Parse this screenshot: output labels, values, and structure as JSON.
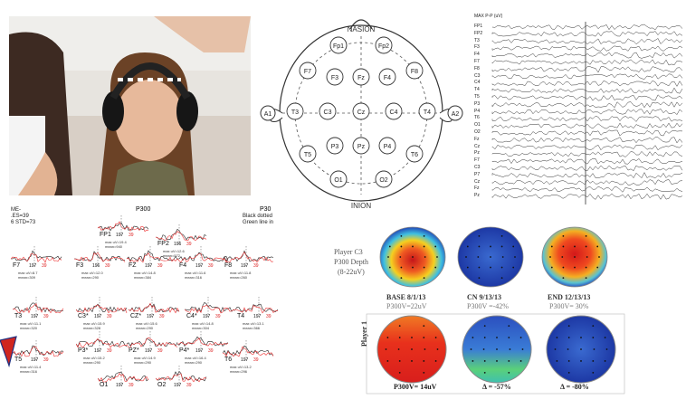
{
  "montage": {
    "nasion": "NASION",
    "inion": "INION",
    "ear_left": "A1",
    "ear_right": "A2",
    "electrodes": [
      "Fp1",
      "Fp2",
      "F7",
      "F3",
      "Fz",
      "F4",
      "F8",
      "T3",
      "C3",
      "Cz",
      "C4",
      "T4",
      "T5",
      "P3",
      "Pz",
      "P4",
      "T6",
      "O1",
      "O2"
    ]
  },
  "eeg_trace": {
    "header": "MAX P-P (uV)",
    "channels": [
      "FP1",
      "FP2",
      "T3",
      "F3",
      "F4",
      "F7",
      "F8",
      "C3",
      "C4",
      "T4",
      "T5",
      "P3",
      "P4",
      "T6",
      "O1",
      "O2",
      "Fz",
      "Cz",
      "Pz",
      "F7",
      "C3",
      "P7",
      "Cz",
      "Fz",
      "Pz"
    ]
  },
  "erp": {
    "title": "P300",
    "title_right": "P30",
    "left_info": [
      "ME-",
      ".ES=39",
      "6 STD=73"
    ],
    "right_info": [
      "Black dotted",
      "Green line in"
    ],
    "sites": [
      {
        "name": "FP1",
        "lat": "197",
        "amp": "39",
        "max": "max uV=19.4",
        "mean": "mean=940"
      },
      {
        "name": "FP2",
        "lat": "196",
        "amp": "39",
        "max": "max uV=12.6",
        "mean": "mean=572"
      },
      {
        "name": "F7",
        "lat": "197",
        "amp": "39",
        "max": "max uV=8.7",
        "mean": "mean=309"
      },
      {
        "name": "F3",
        "lat": "196",
        "amp": "39",
        "max": "max uV=12.0",
        "mean": "mean=290"
      },
      {
        "name": "FZ",
        "lat": "197",
        "amp": "39",
        "max": "max uV=14.8",
        "mean": "mean=384"
      },
      {
        "name": "F4",
        "lat": "197",
        "amp": "39",
        "max": "max uV=11.6",
        "mean": "mean=316"
      },
      {
        "name": "F8",
        "lat": "197",
        "amp": "39",
        "max": "max uV=11.8",
        "mean": "mean=260"
      },
      {
        "name": "T3",
        "lat": "197",
        "amp": "39",
        "max": "max uV=11.1",
        "mean": "mean=320"
      },
      {
        "name": "C3*",
        "lat": "197",
        "amp": "39",
        "max": "max uV=15.9",
        "mean": "mean=328"
      },
      {
        "name": "CZ*",
        "lat": "197",
        "amp": "39",
        "max": "max uV=15.6",
        "mean": "mean=290"
      },
      {
        "name": "C4*",
        "lat": "197",
        "amp": "39",
        "max": "max uV=14.8",
        "mean": "mean=304"
      },
      {
        "name": "T4",
        "lat": "197",
        "amp": "39",
        "max": "max uV=13.1",
        "mean": "mean=366"
      },
      {
        "name": "T5",
        "lat": "197",
        "amp": "39",
        "max": "max uV=11.4",
        "mean": "mean=316"
      },
      {
        "name": "P3*",
        "lat": "197",
        "amp": "39",
        "max": "max uV=15.2",
        "mean": "mean=290"
      },
      {
        "name": "PZ*",
        "lat": "197",
        "amp": "39",
        "max": "max uV=14.9",
        "mean": "mean=290"
      },
      {
        "name": "P4*",
        "lat": "197",
        "amp": "39",
        "max": "max uV=16.4",
        "mean": "mean=290"
      },
      {
        "name": "T6",
        "lat": "197",
        "amp": "39",
        "max": "max uV=13.2",
        "mean": "mean=296"
      },
      {
        "name": "O1",
        "lat": "197",
        "amp": "39",
        "max": "max uV=7.7",
        "mean": "mean=260"
      },
      {
        "name": "O2",
        "lat": "197",
        "amp": "39",
        "max": "max uV=9.6",
        "mean": "mean=260"
      }
    ]
  },
  "topomaps": {
    "player_label_lines": [
      "Player C3",
      "P300 Depth",
      "(8-22uV)"
    ],
    "row1": [
      {
        "title": "BASE 8/1/13",
        "value": "P300V=22uV",
        "color": "red"
      },
      {
        "title": "CN 9/13/13",
        "value": "P300V =-42%",
        "color": "blue"
      },
      {
        "title": "END 12/13/13",
        "value": "P300V= 30%",
        "color": "red"
      }
    ],
    "row2_side_label": "Player 1",
    "row2": [
      "P300V= 14uV",
      "Δ = -57%",
      "Δ = -80%"
    ]
  }
}
